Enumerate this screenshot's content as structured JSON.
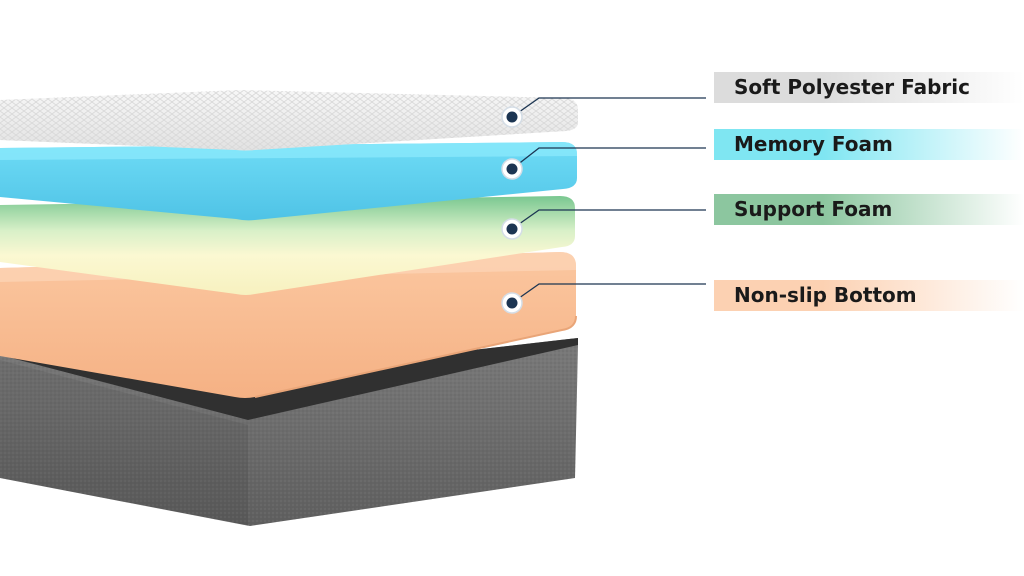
{
  "layers": [
    {
      "name": "Soft Polyester Fabric",
      "accent": "#dcdcdc",
      "fade": "#ffffff"
    },
    {
      "name": "Memory Foam",
      "accent": "#7fe6f2",
      "fade": "#ffffff"
    },
    {
      "name": "Support Foam",
      "accent": "#8cc69f",
      "fade": "#ffffff"
    },
    {
      "name": "Non-slip Bottom",
      "accent": "#fcd1b2",
      "fade": "#ffffff"
    }
  ],
  "colors": {
    "fabric_top": "#f1f1f1",
    "fabric_side": "#e6e6e6",
    "memory_foam": "#5fcdec",
    "memory_foam_top": "#75e0f6",
    "support_foam_green": "#7dc995",
    "support_foam_cream": "#fbf7cd",
    "base_foam": "#f7b88c",
    "base_foam_light": "#fac9a3",
    "cover_grey": "#6f6f6f",
    "cover_dark": "#2d2d2d",
    "callout_line": "#1c3552",
    "marker_dot": "#1c3552"
  }
}
